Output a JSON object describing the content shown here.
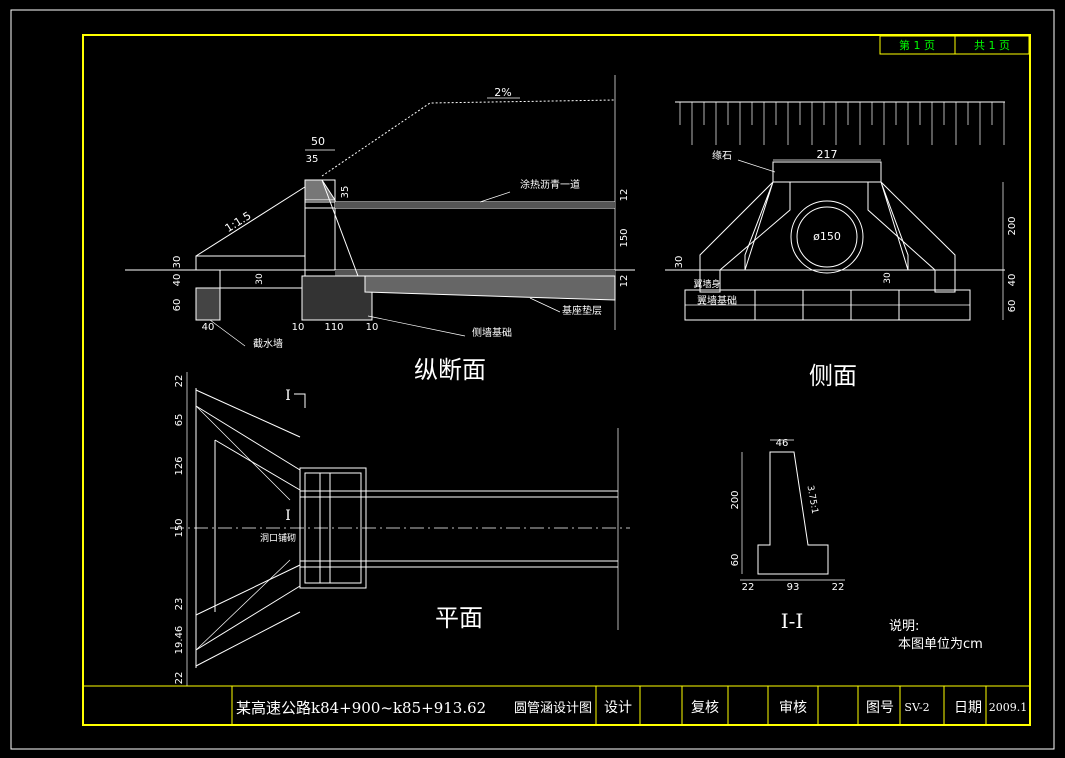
{
  "colors": {
    "frame": "#ffff00",
    "lines": "#ffffff",
    "page_label": "#00ff00",
    "background": "#000000"
  },
  "page_label": {
    "current": "第 1 页",
    "total": "共 1 页"
  },
  "views": {
    "longitudinal": "纵断面",
    "side": "侧面",
    "plan": "平面",
    "section": "I-I",
    "section_mark": "I"
  },
  "labels": {
    "slope_top": "2%",
    "slope_ratio": "1:1.5",
    "asphalt": "涂热沥青一道",
    "side_wall_base": "侧墙基础",
    "foundation_cushion": "基座垫层",
    "cutoff_wall": "截水墙",
    "curb_stone": "缘石",
    "pipe_dia": "ø150",
    "wall_body": "翼墙身",
    "wall_base": "翼墙基础",
    "portal_paving": "洞口铺砌",
    "slope_section": "3.75:1"
  },
  "dims": {
    "d50": "50",
    "d35": "35",
    "d35b": "35",
    "d12": "12",
    "d150": "150",
    "d12b": "12",
    "d30": "30",
    "d40": "40",
    "d60": "60",
    "d40b": "40",
    "d10": "10",
    "d110": "110",
    "d10b": "10",
    "d30b": "30",
    "d217": "217",
    "d200": "200",
    "d40c": "40",
    "d60b": "60",
    "d30c": "30",
    "d30d": "30",
    "p22": "22",
    "p65": "65",
    "p126": "126",
    "p150": "150",
    "p23": "23",
    "p1946": "19.46",
    "p22b": "22",
    "s46": "46",
    "s200": "200",
    "s60": "60",
    "s22": "22",
    "s93": "93",
    "s22b": "22"
  },
  "notes": {
    "title": "说明:",
    "body": "本图单位为cm"
  },
  "title_block": {
    "project": "某高速公路k84+900~k85+913.62",
    "drawing": "圆管涵设计图",
    "design": "设计",
    "review": "复核",
    "approve": "审核",
    "drawing_no_label": "图号",
    "drawing_no": "SV-2",
    "date_label": "日期",
    "date": "2009.1"
  }
}
